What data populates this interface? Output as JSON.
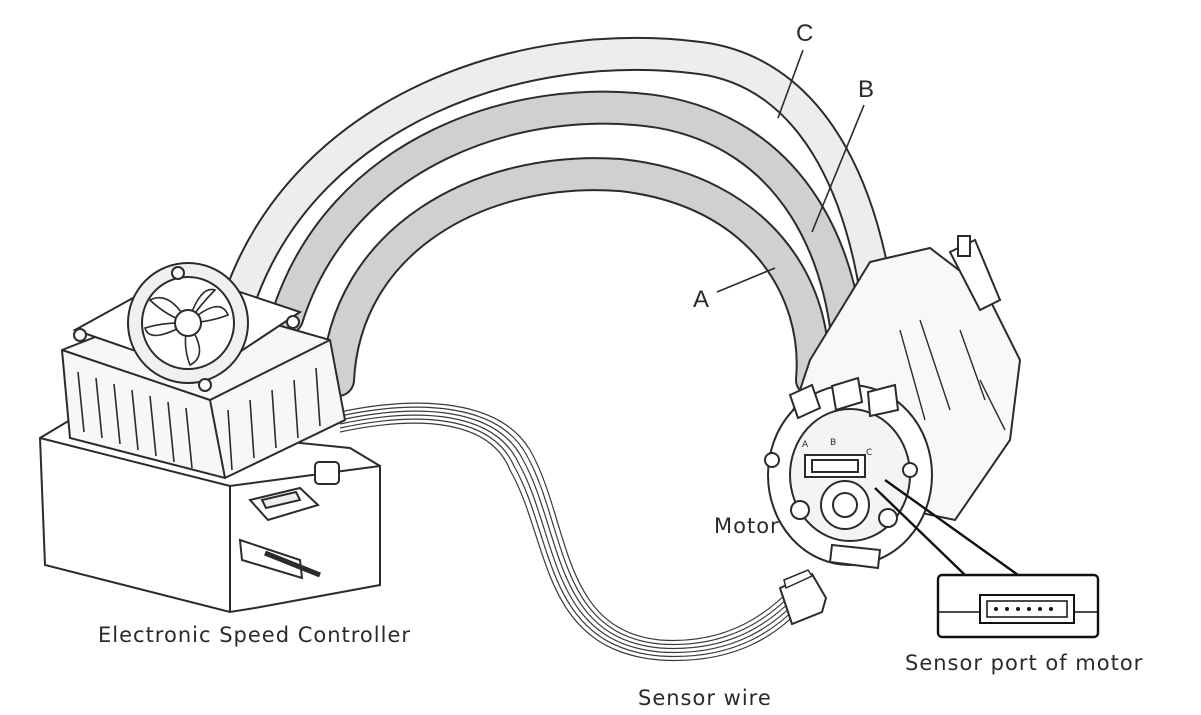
{
  "labels": {
    "esc": "Electronic Speed Controller",
    "motor": "Motor",
    "sensor_wire": "Sensor wire",
    "sensor_port": "Sensor port of motor",
    "wire_a": "A",
    "wire_b": "B",
    "wire_c": "C",
    "port_a": "A",
    "port_b": "B",
    "port_c": "C"
  },
  "colors": {
    "wire_light": "#ececec",
    "wire_dark": "#cfcfcf",
    "outline": "#2b2b2b",
    "background": "#ffffff"
  }
}
